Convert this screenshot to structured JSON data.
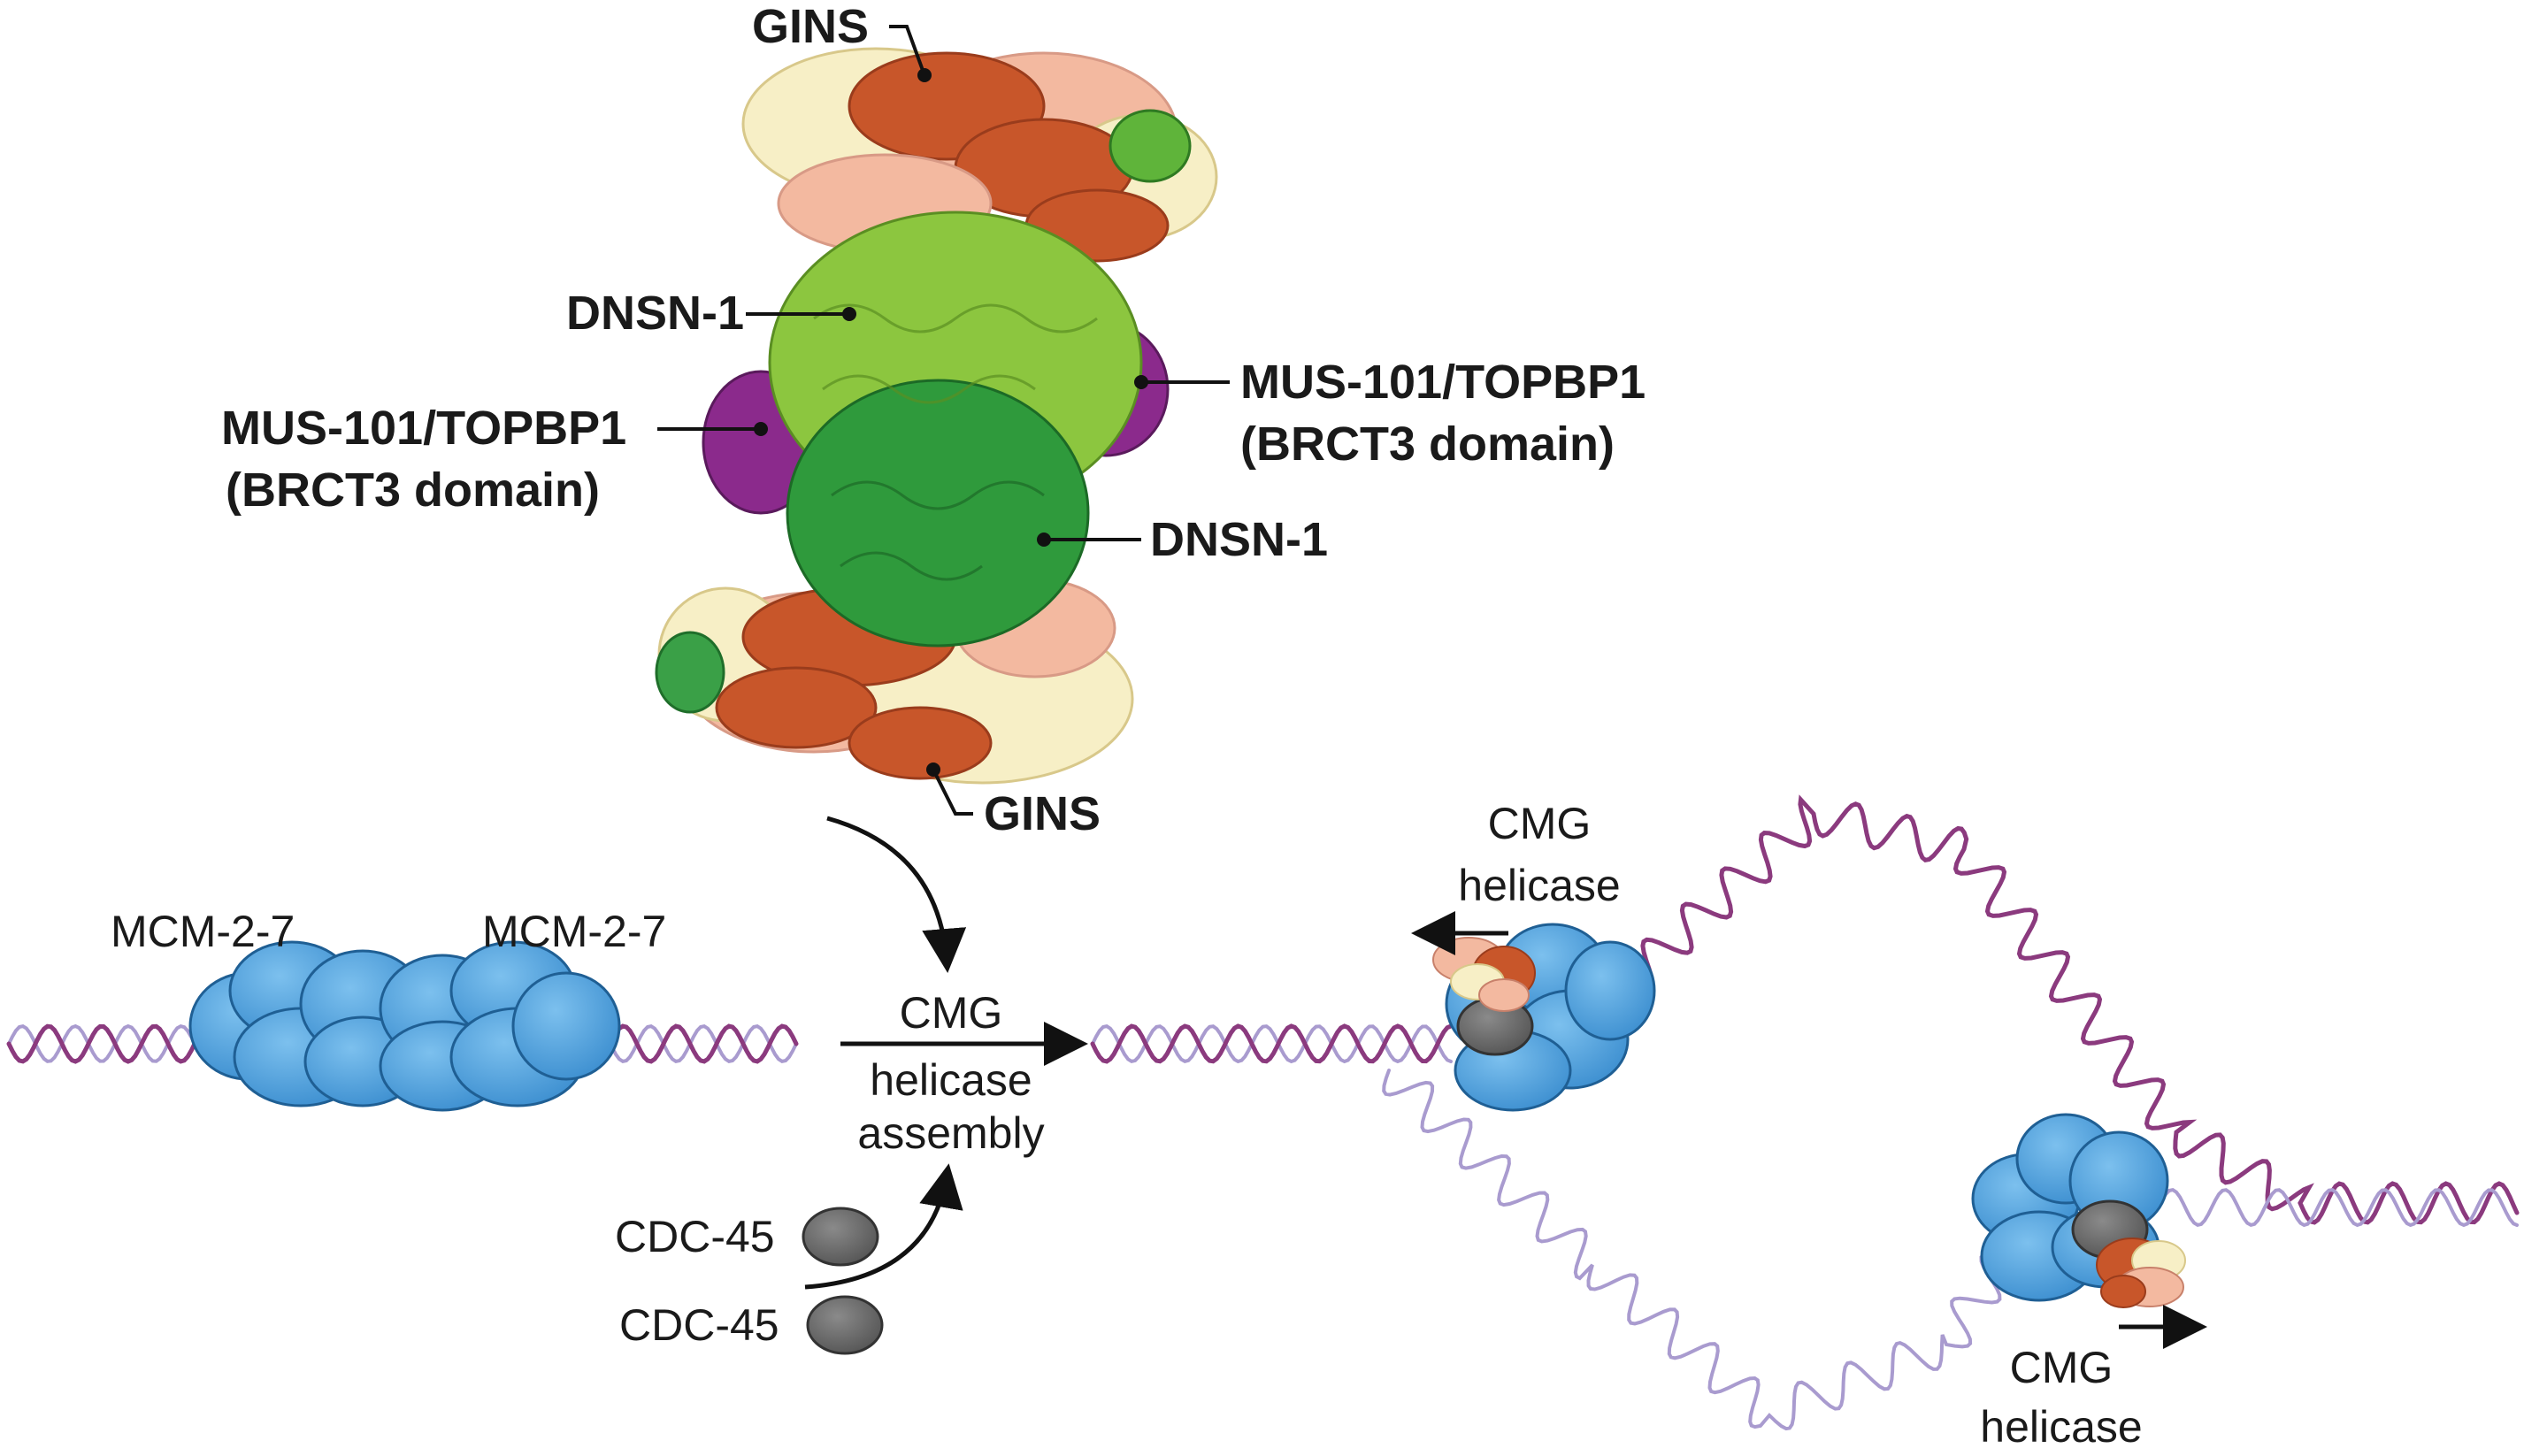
{
  "structure_labels": {
    "gins_top": "GINS",
    "gins_bottom": "GINS",
    "dnsn1_top": "DNSN-1",
    "dnsn1_bottom": "DNSN-1",
    "mus101_left_line1": "MUS-101/TOPBP1",
    "mus101_left_line2": "(BRCT3 domain)",
    "mus101_right_line1": "MUS-101/TOPBP1",
    "mus101_right_line2": "(BRCT3 domain)"
  },
  "pathway_labels": {
    "mcm_left": "MCM-2-7",
    "mcm_right": "MCM-2-7",
    "assembly_line1": "CMG",
    "assembly_line2": "helicase",
    "assembly_line3": "assembly",
    "cdc45_top": "CDC-45",
    "cdc45_bottom": "CDC-45",
    "cmg_upper_line1": "CMG",
    "cmg_upper_line2": "helicase",
    "cmg_lower_line1": "CMG",
    "cmg_lower_line2": "helicase"
  },
  "colors": {
    "gins_orange": "#c8562a",
    "gins_peach": "#f3b9a0",
    "gins_cream": "#f7efc6",
    "dnsn_light_green": "#8cc63f",
    "dnsn_dark_green": "#2f9a3c",
    "mus101_purple": "#8b2a8c",
    "mcm_blue": "#4a9fdc",
    "cdc45_grey": "#666666",
    "dna_dark": "#8b3a7e",
    "dna_light": "#a99bcf"
  }
}
